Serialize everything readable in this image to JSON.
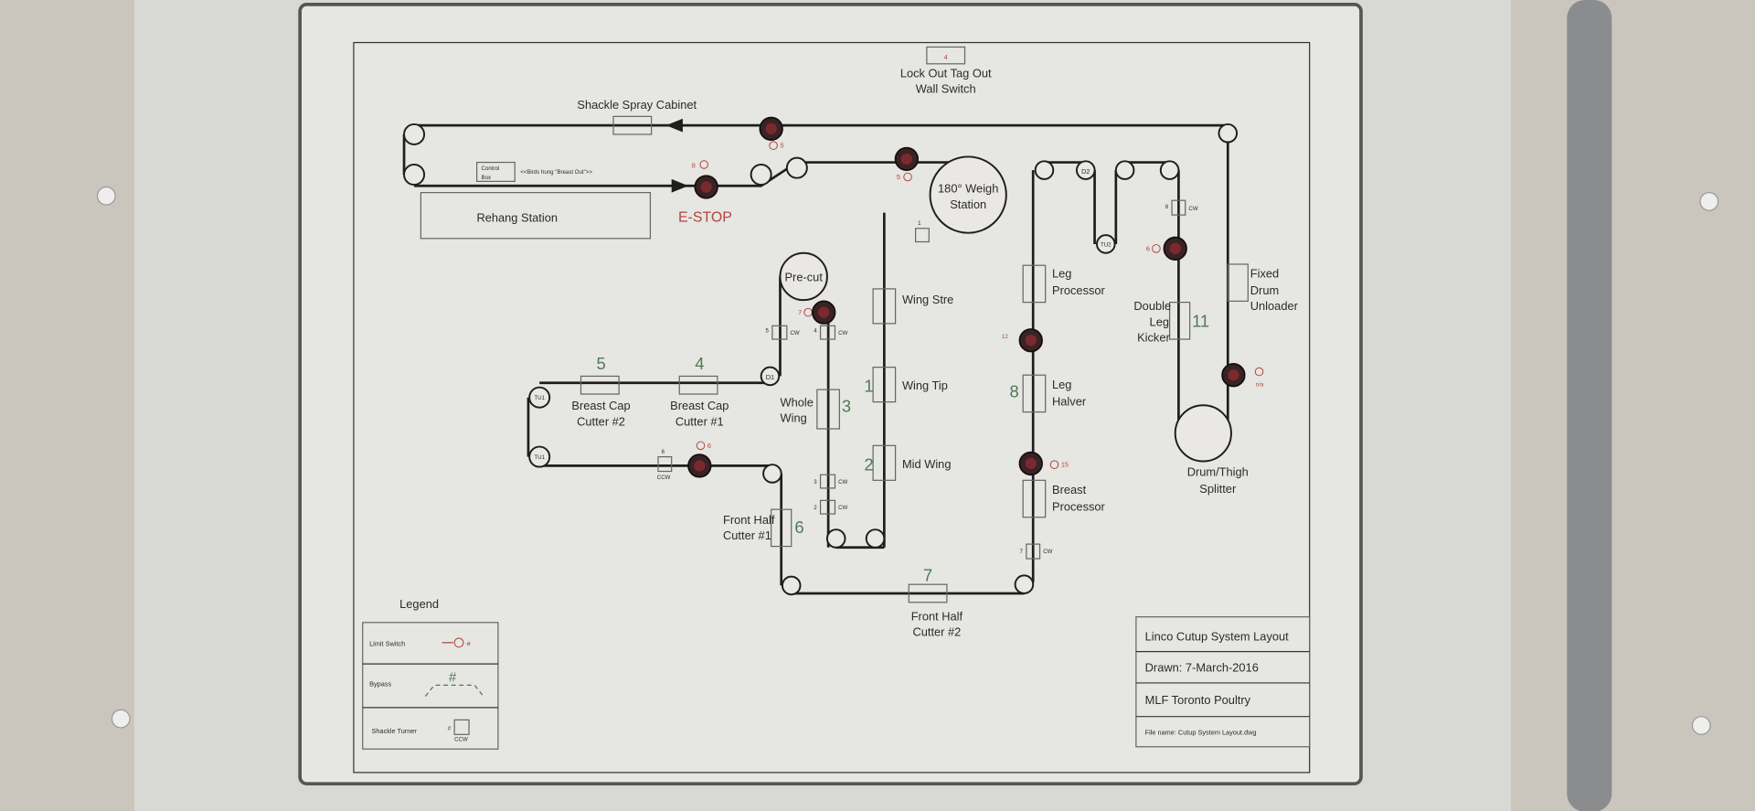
{
  "lockout": {
    "number": "4",
    "line1": "Lock Out Tag Out",
    "line2": "Wall Switch"
  },
  "top": {
    "shackle_spray": "Shackle Spray Cabinet",
    "control_box_1": "Control",
    "control_box_2": "Box",
    "birds_hung": "<<Birds hung \"Breast Out\">>",
    "rehang": "Rehang Station",
    "estop": "E-STOP",
    "weigh_1": "180° Weigh",
    "weigh_2": "Station",
    "ls_8": "8",
    "ls_5a": "5",
    "ls_5b": "5",
    "turner_1": "1"
  },
  "wing": {
    "precut": "Pre-cut",
    "stretcher": "Wing Stre",
    "wing_tip": "Wing Tip",
    "wing_tip_num": "1",
    "mid_wing": "Mid Wing",
    "mid_wing_num": "2",
    "whole_1": "Whole",
    "whole_2": "Wing",
    "whole_num": "3",
    "ls_7": "7",
    "ls_12": "12",
    "t5": "5",
    "t4": "4",
    "t3": "3",
    "t2": "2",
    "cw": "CW"
  },
  "breast": {
    "d1": "D1",
    "tu1": "TU1",
    "bcc2_1": "Breast Cap",
    "bcc2_2": "Cutter #2",
    "bcc2_num": "5",
    "bcc1_1": "Breast Cap",
    "bcc1_2": "Cutter #1",
    "bcc1_num": "4",
    "t6": "6",
    "ccw": "CCW",
    "ls_6": "6",
    "fhc1_1": "Front Half",
    "fhc1_2": "Cutter #1",
    "fhc1_num": "6",
    "fhc2_1": "Front Half",
    "fhc2_2": "Cutter #2",
    "fhc2_num": "7"
  },
  "leg": {
    "d2": "D2",
    "tu2": "TU2",
    "leg_proc_1": "Leg",
    "leg_proc_2": "Processor",
    "leg_halver_1": "Leg",
    "leg_halver_2": "Halver",
    "leg_halver_num": "8",
    "breast_proc_1": "Breast",
    "breast_proc_2": "Processor",
    "ls_15": "15",
    "dlk_1": "Double",
    "dlk_2": "Leg",
    "dlk_3": "Kicker",
    "dlk_num": "11",
    "fdu_1": "Fixed",
    "fdu_2": "Drum",
    "fdu_3": "Unloader",
    "ls_na": "n/a",
    "dts_1": "Drum/Thigh",
    "dts_2": "Splitter",
    "t8": "8",
    "t7": "7",
    "ls_6": "6",
    "cw": "CW"
  },
  "legend": {
    "title": "Legend",
    "limit_switch": "Limit Switch",
    "limit_symbol": "#",
    "bypass": "Bypass",
    "bypass_symbol": "#",
    "shackle_turner": "Shackle Turner",
    "turner_symbol": "#",
    "turner_dir": "CCW"
  },
  "title_block": {
    "title": "Linco Cutup System Layout",
    "drawn": "Drawn: 7-March-2016",
    "company": "MLF Toronto Poultry",
    "file": "File name:  Cutup System Layout.dwg"
  },
  "colors": {
    "estop": "#b0443c",
    "station_number": "#4f7a55",
    "button": "#3a2325"
  }
}
